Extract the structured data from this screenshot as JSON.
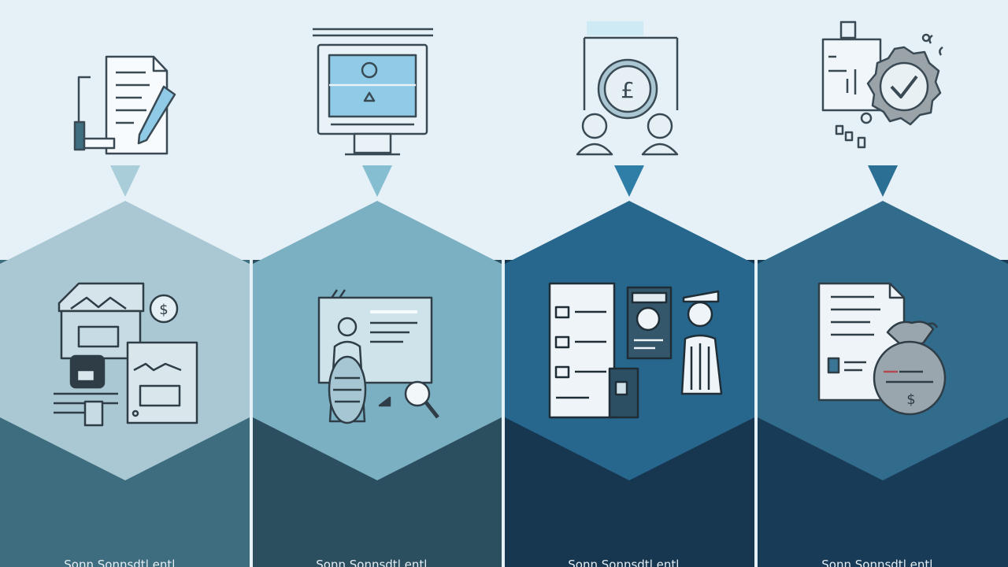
{
  "theme": {
    "background": "#e6f1f7",
    "line_color": "#3a4a55",
    "accent": "#8fcbe6"
  },
  "steps": [
    {
      "top_icon": "document-pen-icon",
      "bottom_icon": "boxes-money-icon",
      "pointer_color": "#a9cdd9",
      "upper_color": "#aac8d3",
      "lower_color": "#3d6d7f",
      "caption": "Sonn Sonnsdtl entl..."
    },
    {
      "top_icon": "monitor-icon",
      "bottom_icon": "id-card-search-icon",
      "pointer_color": "#86bed1",
      "upper_color": "#7bb0c3",
      "lower_color": "#2c4f60",
      "caption": "Sonn Sonnsdtl entl..."
    },
    {
      "top_icon": "coin-people-icon",
      "bottom_icon": "passport-officer-icon",
      "pointer_color": "#2f7ea8",
      "upper_color": "#27678e",
      "lower_color": "#173650",
      "caption": "Sonn Sonnsdtl entl..."
    },
    {
      "top_icon": "approval-badge-icon",
      "bottom_icon": "document-money-bag-icon",
      "pointer_color": "#2c6f94",
      "upper_color": "#326c8c",
      "lower_color": "#183c58",
      "caption": "Sonn Sonnsdtl entl..."
    }
  ]
}
